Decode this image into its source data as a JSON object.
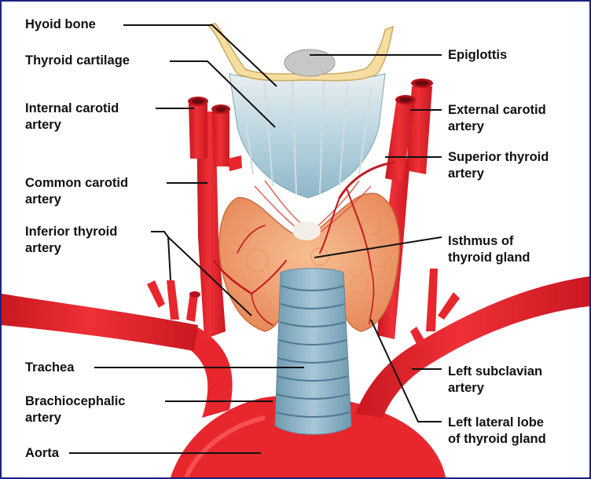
{
  "labels": {
    "hyoid_bone": "Hyoid bone",
    "thyroid_cartilage": "Thyroid cartilage",
    "internal_carotid": [
      "Internal carotid",
      "artery"
    ],
    "common_carotid": [
      "Common carotid",
      "artery"
    ],
    "inferior_thyroid": [
      "Inferior thyroid",
      "artery"
    ],
    "trachea": "Trachea",
    "brachiocephalic": [
      "Brachiocephalic",
      "artery"
    ],
    "aorta": "Aorta",
    "epiglottis": "Epiglottis",
    "external_carotid": [
      "External carotid",
      "artery"
    ],
    "superior_thyroid": [
      "Superior thyroid",
      "artery"
    ],
    "isthmus": [
      "Isthmus of",
      "thyroid gland"
    ],
    "left_subclavian": [
      "Left subclavian",
      "artery"
    ],
    "left_lateral_lobe": [
      "Left lateral lobe",
      "of thyroid gland"
    ]
  },
  "colors": {
    "artery": "#e8262d",
    "artery_dark": "#b5121b",
    "thyroid_gland": "#f2a474",
    "cartilage": "#a9cbd8",
    "hyoid_bone": "#f5dea0",
    "epiglottis": "#c7c7c7",
    "trachea_ring": "#8fb3c6",
    "leader_line": "#111111",
    "border": "#1a237e"
  }
}
